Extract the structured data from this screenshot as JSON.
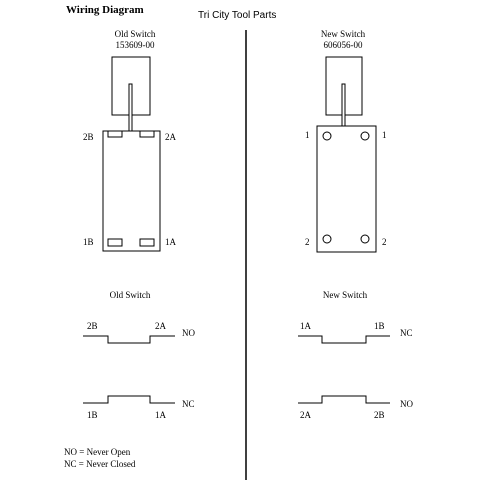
{
  "header": {
    "title": "Wiring Diagram",
    "brand": "Tri City Tool Parts"
  },
  "old_switch": {
    "name": "Old Switch",
    "part_number": "153609-00",
    "top_left_terminal": "2B",
    "top_right_terminal": "2A",
    "bottom_left_terminal": "1B",
    "bottom_right_terminal": "1A",
    "schematic_title": "Old Switch",
    "circuits": [
      {
        "left": "2B",
        "right": "2A",
        "state": "NO"
      },
      {
        "left": "1B",
        "right": "1A",
        "state": "NC"
      }
    ]
  },
  "new_switch": {
    "name": "New Switch",
    "part_number": "606056-00",
    "top_left_terminal": "1",
    "top_right_terminal": "1",
    "bottom_left_terminal": "2",
    "bottom_right_terminal": "2",
    "schematic_title": "New Switch",
    "circuits": [
      {
        "left": "1A",
        "right": "1B",
        "state": "NC"
      },
      {
        "left": "2A",
        "right": "2B",
        "state": "NO"
      }
    ]
  },
  "legend": {
    "no": "NO = Never Open",
    "nc": "NC = Never Closed"
  }
}
